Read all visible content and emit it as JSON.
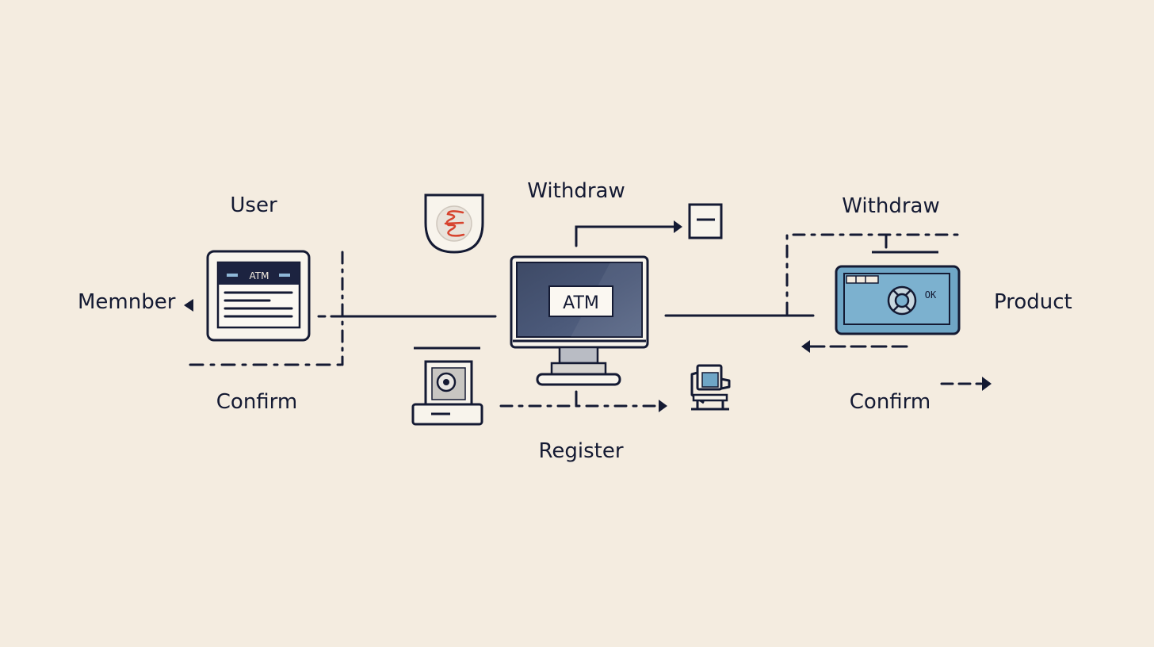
{
  "labels": {
    "user": "User",
    "member": "Memnber",
    "confirm_left": "Confirm",
    "withdraw_center": "Withdraw",
    "register": "Register",
    "withdraw_right": "Withdraw",
    "product": "Product",
    "confirm_right": "Confirm"
  },
  "screens": {
    "left_atm": "ATM",
    "center_atm": "ATM",
    "right_ok": "OK"
  },
  "icons": {
    "shield": "shield-icon",
    "minus_box": "minus-box-icon",
    "left_terminal": "atm-window-icon",
    "center_monitor": "monitor-icon",
    "right_window": "card-window-icon",
    "printer": "receipt-printer-icon",
    "card_reader": "card-reader-icon"
  },
  "colors": {
    "ink": "#141a33",
    "background": "#f4ece0",
    "accent_blue": "#6fa6c6",
    "screen_dark": "#4a5878",
    "shield_red": "#d7432e"
  }
}
